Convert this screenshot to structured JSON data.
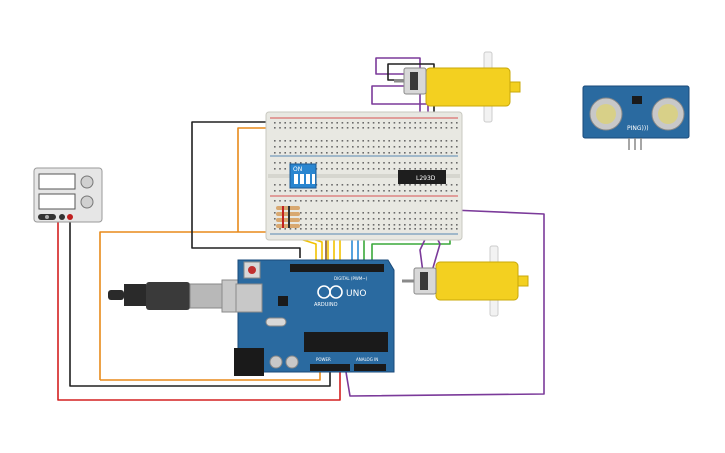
{
  "circuit": {
    "arduino": {
      "brand_text": "ARDUINO",
      "model_text": "UNO",
      "digital_header": "DIGITAL (PWM~)",
      "power_header": "POWER",
      "analog_header": "ANALOG IN"
    },
    "driver_chip": {
      "label": "L293D"
    },
    "dip_switch": {
      "label": "ON"
    },
    "ultrasonic": {
      "label": "PING)))"
    },
    "colors": {
      "board_blue": "#2a6aa0",
      "breadboard": "#e8e8e2",
      "motor_yellow": "#f3d020",
      "wire_red": "#d42020",
      "wire_black": "#202020",
      "wire_orange": "#e88a1a",
      "wire_purple": "#7b3a9a",
      "wire_yellow": "#f2c200",
      "wire_blue": "#2a8ad6",
      "wire_green": "#3aa83a",
      "wire_brown": "#8a5a2a"
    }
  }
}
